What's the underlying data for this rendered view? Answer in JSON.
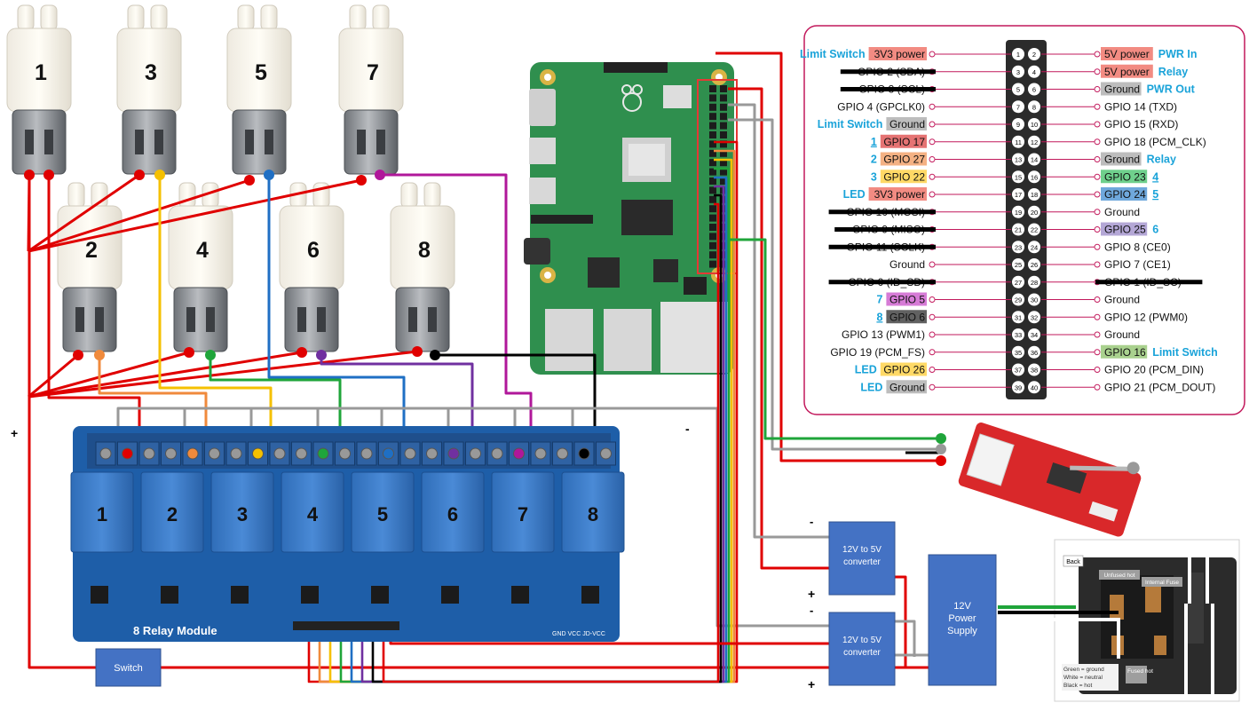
{
  "pumps": [
    {
      "label": "1"
    },
    {
      "label": "2"
    },
    {
      "label": "3"
    },
    {
      "label": "4"
    },
    {
      "label": "5"
    },
    {
      "label": "6"
    },
    {
      "label": "7"
    },
    {
      "label": "8"
    }
  ],
  "polarity": {
    "plus": "+",
    "minus": "-"
  },
  "relay_module": {
    "title": "8 Relay Module",
    "channels": [
      "1",
      "2",
      "3",
      "4",
      "5",
      "6",
      "7",
      "8"
    ],
    "pins": "GND VCC JD-VCC"
  },
  "switch_label": "Switch",
  "converters": [
    {
      "label": "12V to 5V converter",
      "minus": "-",
      "plus": "+"
    },
    {
      "label": "12V to 5V converter",
      "minus": "-",
      "plus": "+"
    }
  ],
  "power_supply": {
    "label": "12V Power Supply"
  },
  "inlet": {
    "back": "Back",
    "unfused_hot": "Unfused hot",
    "internal_fuse": "Internal Fuse",
    "fused_hot": "Fused hot",
    "legend": [
      "Green = ground",
      "White = neutral",
      "Black = hot"
    ]
  },
  "gpio": {
    "left": [
      {
        "pin": "1",
        "label": "3V3 power",
        "strike": false,
        "bg": "#f28b82",
        "ann": "Limit Switch",
        "ann_u": false
      },
      {
        "pin": "3",
        "label": "GPIO 2 (SDA)",
        "strike": true,
        "bg": "",
        "ann": "",
        "ann_u": false
      },
      {
        "pin": "5",
        "label": "GPIO 3 (SCL)",
        "strike": true,
        "bg": "",
        "ann": "",
        "ann_u": false
      },
      {
        "pin": "7",
        "label": "GPIO 4 (GPCLK0)",
        "strike": false,
        "bg": "",
        "ann": "",
        "ann_u": false
      },
      {
        "pin": "9",
        "label": "Ground",
        "strike": false,
        "bg": "#bdbdbd",
        "ann": "Limit Switch",
        "ann_u": false
      },
      {
        "pin": "11",
        "label": "GPIO 17",
        "strike": false,
        "bg": "#e57373",
        "ann": "1",
        "ann_u": true
      },
      {
        "pin": "13",
        "label": "GPIO 27",
        "strike": false,
        "bg": "#f4b183",
        "ann": "2",
        "ann_u": false
      },
      {
        "pin": "15",
        "label": "GPIO 22",
        "strike": false,
        "bg": "#ffd966",
        "ann": "3",
        "ann_u": false
      },
      {
        "pin": "17",
        "label": "3V3 power",
        "strike": false,
        "bg": "#f28b82",
        "ann": "LED",
        "ann_u": false
      },
      {
        "pin": "19",
        "label": "GPIO 10 (MOSI)",
        "strike": true,
        "bg": "",
        "ann": "",
        "ann_u": false
      },
      {
        "pin": "21",
        "label": "GPIO 9 (MISO)",
        "strike": true,
        "bg": "",
        "ann": "",
        "ann_u": false
      },
      {
        "pin": "23",
        "label": "GPIO 11 (SCLK)",
        "strike": true,
        "bg": "",
        "ann": "",
        "ann_u": false
      },
      {
        "pin": "25",
        "label": "Ground",
        "strike": false,
        "bg": "",
        "ann": "",
        "ann_u": false
      },
      {
        "pin": "27",
        "label": "GPIO 0 (ID_SD)",
        "strike": true,
        "bg": "",
        "ann": "",
        "ann_u": false
      },
      {
        "pin": "29",
        "label": "GPIO 5",
        "strike": false,
        "bg": "#d67bd6",
        "ann": "7",
        "ann_u": false
      },
      {
        "pin": "31",
        "label": "GPIO 6",
        "strike": false,
        "bg": "#616161",
        "ann": "8",
        "ann_u": true
      },
      {
        "pin": "33",
        "label": "GPIO 13 (PWM1)",
        "strike": false,
        "bg": "",
        "ann": "",
        "ann_u": false
      },
      {
        "pin": "35",
        "label": "GPIO 19 (PCM_FS)",
        "strike": false,
        "bg": "",
        "ann": "",
        "ann_u": false
      },
      {
        "pin": "37",
        "label": "GPIO 26",
        "strike": false,
        "bg": "#ffd966",
        "ann": "LED",
        "ann_u": false
      },
      {
        "pin": "39",
        "label": "Ground",
        "strike": false,
        "bg": "#bdbdbd",
        "ann": "LED",
        "ann_u": false
      }
    ],
    "right": [
      {
        "pin": "2",
        "label": "5V power",
        "strike": false,
        "bg": "#f28b82",
        "ann": "PWR In",
        "ann_u": false
      },
      {
        "pin": "4",
        "label": "5V power",
        "strike": false,
        "bg": "#f28b82",
        "ann": "Relay",
        "ann_u": false
      },
      {
        "pin": "6",
        "label": "Ground",
        "strike": false,
        "bg": "#bdbdbd",
        "ann": "PWR Out",
        "ann_u": false
      },
      {
        "pin": "8",
        "label": "GPIO 14 (TXD)",
        "strike": false,
        "bg": "",
        "ann": "",
        "ann_u": false
      },
      {
        "pin": "10",
        "label": "GPIO 15 (RXD)",
        "strike": false,
        "bg": "",
        "ann": "",
        "ann_u": false
      },
      {
        "pin": "12",
        "label": "GPIO 18 (PCM_CLK)",
        "strike": false,
        "bg": "",
        "ann": "",
        "ann_u": false
      },
      {
        "pin": "14",
        "label": "Ground",
        "strike": false,
        "bg": "#bdbdbd",
        "ann": "Relay",
        "ann_u": false
      },
      {
        "pin": "16",
        "label": "GPIO 23",
        "strike": false,
        "bg": "#6fd08c",
        "ann": "4",
        "ann_u": true
      },
      {
        "pin": "18",
        "label": "GPIO 24",
        "strike": false,
        "bg": "#6fa8dc",
        "ann": "5",
        "ann_u": true
      },
      {
        "pin": "20",
        "label": "Ground",
        "strike": false,
        "bg": "",
        "ann": "",
        "ann_u": false
      },
      {
        "pin": "22",
        "label": "GPIO 25",
        "strike": false,
        "bg": "#b4a7d6",
        "ann": "6",
        "ann_u": false
      },
      {
        "pin": "24",
        "label": "GPIO 8 (CE0)",
        "strike": false,
        "bg": "",
        "ann": "",
        "ann_u": false
      },
      {
        "pin": "26",
        "label": "GPIO 7 (CE1)",
        "strike": false,
        "bg": "",
        "ann": "",
        "ann_u": false
      },
      {
        "pin": "28",
        "label": "GPIO 1 (ID_SC)",
        "strike": true,
        "bg": "",
        "ann": "",
        "ann_u": false
      },
      {
        "pin": "30",
        "label": "Ground",
        "strike": false,
        "bg": "",
        "ann": "",
        "ann_u": false
      },
      {
        "pin": "32",
        "label": "GPIO 12 (PWM0)",
        "strike": false,
        "bg": "",
        "ann": "",
        "ann_u": false
      },
      {
        "pin": "34",
        "label": "Ground",
        "strike": false,
        "bg": "",
        "ann": "",
        "ann_u": false
      },
      {
        "pin": "36",
        "label": "GPIO 16",
        "strike": false,
        "bg": "#a9d18e",
        "ann": "Limit Switch",
        "ann_u": false
      },
      {
        "pin": "38",
        "label": "GPIO 20 (PCM_DIN)",
        "strike": false,
        "bg": "",
        "ann": "",
        "ann_u": false
      },
      {
        "pin": "40",
        "label": "GPIO 21 (PCM_DOUT)",
        "strike": false,
        "bg": "",
        "ann": "",
        "ann_u": false
      }
    ]
  },
  "colors": {
    "red": "#e00000",
    "orange": "#f08a3c",
    "yellow": "#f5c000",
    "green": "#1fa53a",
    "blue": "#1f6fc4",
    "purple": "#7030a0",
    "magenta": "#b0179a",
    "black": "#000000",
    "gray": "#999999",
    "box_blue": "#4472c4",
    "relay_blue": "#3b78c5",
    "pi_green": "#2e8b57",
    "annotation": "#1aa3d9",
    "panel_border": "#c2185b"
  }
}
